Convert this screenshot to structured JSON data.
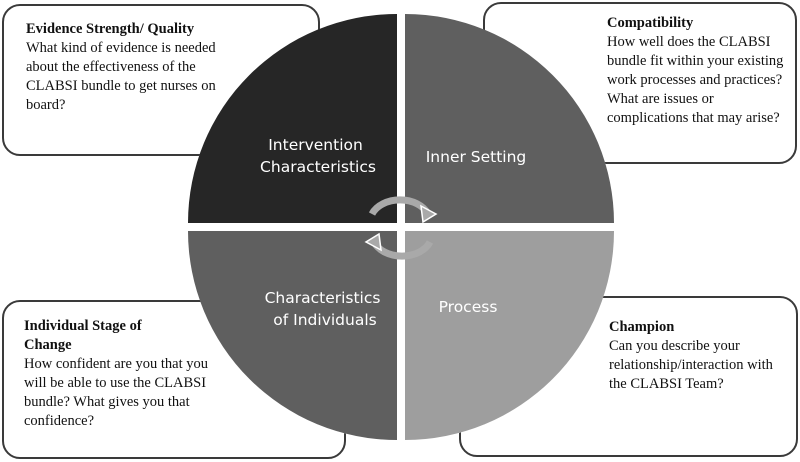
{
  "quadrants": {
    "top_left": [
      "Intervention",
      "Characteristics"
    ],
    "top_right": [
      "Inner Setting"
    ],
    "bottom_left": [
      "Characteristics",
      "of Individuals"
    ],
    "bottom_right": [
      "Process"
    ]
  },
  "boxes": {
    "top_left": {
      "title": "Evidence Strength/ Quality",
      "text": "What kind of evidence is needed about the effectiveness of the CLABSI bundle to get nurses on board?"
    },
    "top_right": {
      "title": "Compatibility",
      "text": "How well does the CLABSI bundle fit within your existing work processes and practices? What are issues or complications that may arise?"
    },
    "bottom_left": {
      "title": "Individual Stage of Change",
      "text": "How confident are you that you will be able to use the CLABSI bundle? What gives you that confidence?"
    },
    "bottom_right": {
      "title": "Champion",
      "text": "Can you describe your relationship/interaction with the CLABSI Team?"
    }
  },
  "colors": {
    "top_left": "#262626",
    "top_right": "#5f5f5f",
    "bottom_left": "#5f5f5f",
    "bottom_right": "#9e9e9e",
    "arrows": "#a9a9a9",
    "border": "#3a3a3a"
  }
}
